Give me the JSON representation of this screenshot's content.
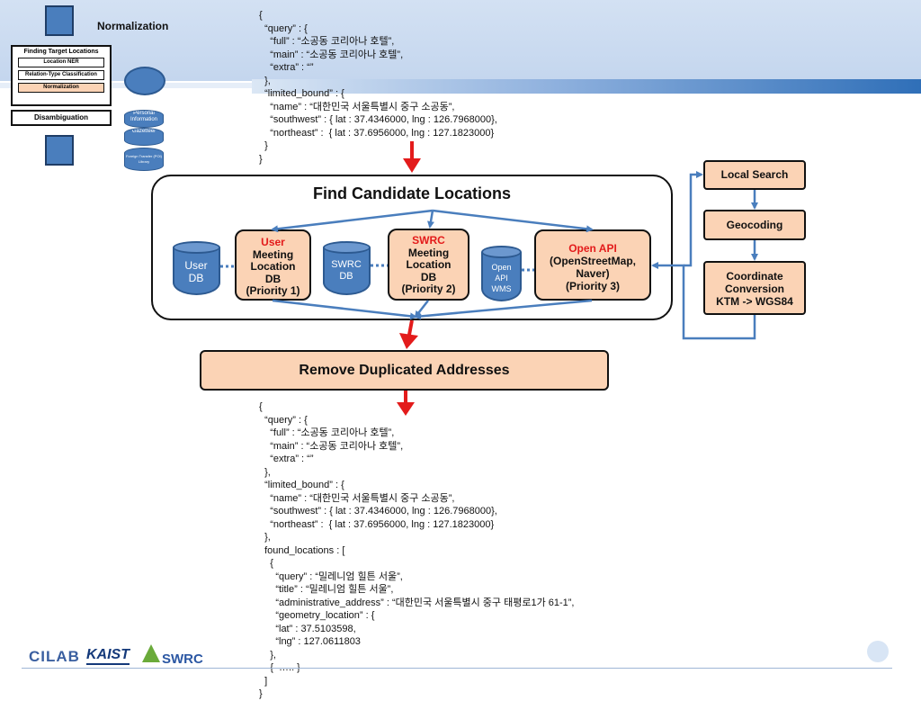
{
  "thumbnail": {
    "title": "Normalization",
    "panel_title": "Finding Target Locations",
    "steps": [
      "Location NER",
      "Relation-Type Classification",
      "Normalization"
    ],
    "disambiguation": "Disambiguation",
    "db_labels": [
      "Personal Information",
      "Gazetteer",
      "Foreign Transfer (POI) Library"
    ]
  },
  "json_top": [
    "{",
    "  “query” : {",
    "    “full” : “소공동 코리아나 호텔”,",
    "    “main” : “소공동 코리아나 호텔”,",
    "    “extra” : “”",
    "  },",
    "  “limited_bound” : {",
    "    “name” : “대한민국 서울특별시 중구 소공동”,",
    "    “southwest” : { lat : 37.4346000, lng : 126.7968000},",
    "    “northeast” :  { lat : 37.6956000, lng : 127.1823000}",
    "  }",
    "}"
  ],
  "find_candidates": {
    "title": "Find Candidate Locations",
    "user_db": "User DB",
    "swrc_db": "SWRC DB",
    "open_api_wms": "Open API WMS",
    "user_box": {
      "accent": "User",
      "lines": [
        "Meeting",
        "Location",
        "DB",
        "(Priority 1)"
      ]
    },
    "swrc_box": {
      "accent": "SWRC",
      "lines": [
        "Meeting",
        "Location",
        "DB",
        "(Priority 2)"
      ]
    },
    "openapi_box": {
      "accent": "Open API",
      "lines": [
        "(OpenStreetMap,",
        "Naver)",
        "(Priority 3)"
      ]
    }
  },
  "pipeline": {
    "local_search": "Local Search",
    "geocoding": "Geocoding",
    "coord_conversion": [
      "Coordinate",
      "Conversion",
      "KTM -> WGS84"
    ]
  },
  "remove_duplicates": "Remove Duplicated Addresses",
  "json_bottom": [
    "{",
    "  “query” : {",
    "    “full” : “소공동 코리아나 호텔”,",
    "    “main” : “소공동 코리아나 호텔”,",
    "    “extra” : “”",
    "  },",
    "  “limited_bound” : {",
    "    “name” : “대한민국 서울특별시 중구 소공동”,",
    "    “southwest” : { lat : 37.4346000, lng : 126.7968000},",
    "    “northeast” :  { lat : 37.6956000, lng : 127.1823000}",
    "  },",
    "  found_locations : [",
    "    {",
    "      “query” : “밀레니엄 힐튼 서울”,",
    "      “title” : “밀레니엄 힐튼 서울”,",
    "      “administrative_address” : “대한민국 서울특별시 중구 태평로1가 61-1”,",
    "      “geometry_location” : {",
    "      “lat” : 37.5103598,",
    "      “lng” : 127.0611803",
    "    },",
    "    {  ….. }",
    "  ]",
    "}"
  ],
  "logos": {
    "cilab": "CILAB",
    "kaist": "KAIST",
    "swrc": "SWRC"
  },
  "colors": {
    "accent_red": "#e31b1b",
    "box_fill": "#fbd3b5",
    "db_blue": "#4a7ebd",
    "arrow_blue": "#4a7ebd"
  }
}
